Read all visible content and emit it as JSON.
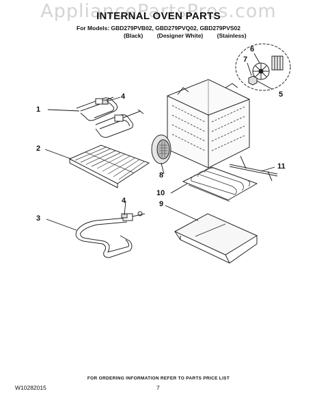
{
  "watermark": "AppliancePartsPros.com",
  "title": "INTERNAL OVEN PARTS",
  "models_line": "For Models: GBD279PVB02, GBD279PVQ02, GBD279PVS02",
  "variants": [
    "(Black)",
    "(Designer White)",
    "(Stainless)"
  ],
  "callouts": [
    "1",
    "2",
    "3",
    "4",
    "4",
    "5",
    "6",
    "7",
    "8",
    "9",
    "10",
    "11"
  ],
  "footer_note": "FOR ORDERING INFORMATION REFER TO PARTS PRICE LIST",
  "document_number": "W10282015",
  "page_number": "7"
}
